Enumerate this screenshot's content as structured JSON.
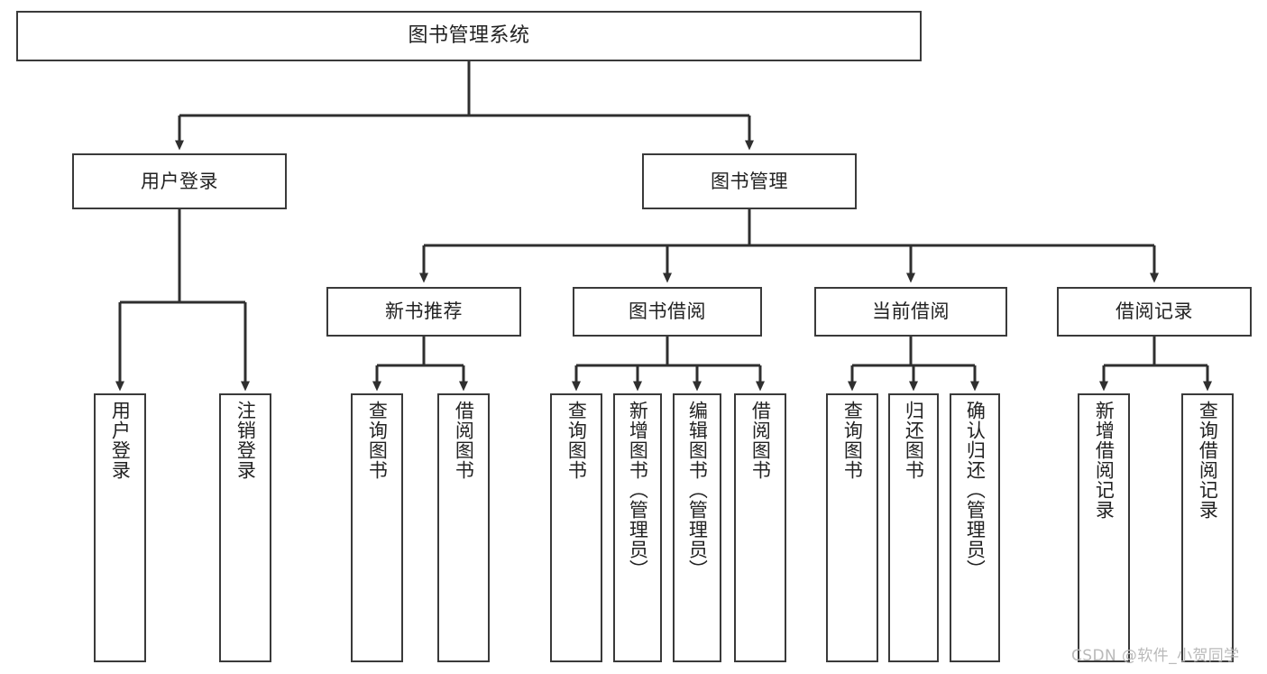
{
  "diagram": {
    "type": "tree-hierarchy-chart",
    "title": "图书管理系统",
    "background_color": "#ffffff",
    "box_border_color": "#3a3a3a",
    "connector_color": "#2f2f2f",
    "text_color": "#222222",
    "nodes": {
      "root": {
        "label": "图书管理系统"
      },
      "level2": [
        {
          "label": "用户登录"
        },
        {
          "label": "图书管理"
        }
      ],
      "user_login_children": [
        {
          "label": "用户登录"
        },
        {
          "label": "注销登录"
        }
      ],
      "level3": [
        {
          "label": "新书推荐"
        },
        {
          "label": "图书借阅"
        },
        {
          "label": "当前借阅"
        },
        {
          "label": "借阅记录"
        }
      ],
      "new_book_children": [
        {
          "label": "查询图书"
        },
        {
          "label": "借阅图书"
        }
      ],
      "book_borrow_children": [
        {
          "label": "查询图书"
        },
        {
          "label": "新增图书（管理员）"
        },
        {
          "label": "编辑图书（管理员）"
        },
        {
          "label": "借阅图书"
        }
      ],
      "current_borrow_children": [
        {
          "label": "查询图书"
        },
        {
          "label": "归还图书"
        },
        {
          "label": "确认归还（管理员）"
        }
      ],
      "borrow_record_children": [
        {
          "label": "新增借阅记录"
        },
        {
          "label": "查询借阅记录"
        }
      ]
    }
  },
  "watermark": {
    "text": "CSDN @软件_小贺同学"
  }
}
